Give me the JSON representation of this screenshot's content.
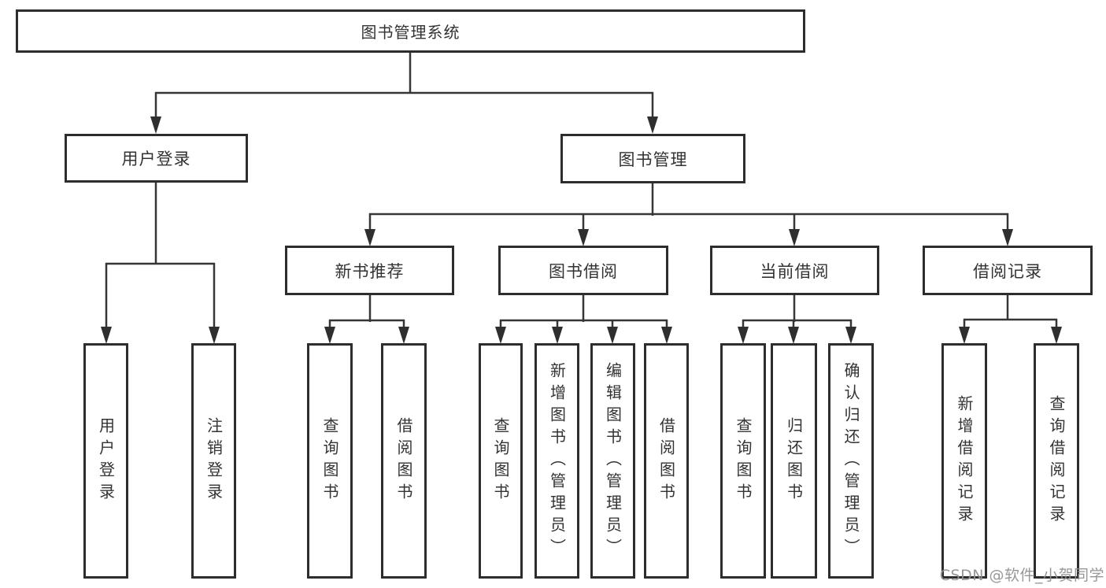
{
  "diagram": {
    "title": "图书管理系统",
    "root": {
      "label": "图书管理系统"
    },
    "level2": [
      {
        "label": "用户登录"
      },
      {
        "label": "图书管理"
      }
    ],
    "level3": [
      {
        "label": "新书推荐"
      },
      {
        "label": "图书借阅"
      },
      {
        "label": "当前借阅"
      },
      {
        "label": "借阅记录"
      }
    ],
    "leaves": {
      "user_login": [
        "用户登录",
        "注销登录"
      ],
      "new_book": [
        "查询图书",
        "借阅图书"
      ],
      "book_borrow": [
        "查询图书",
        "新增图书（管理员）",
        "编辑图书（管理员）",
        "借阅图书"
      ],
      "current_borrow": [
        "查询图书",
        "归还图书",
        "确认归还（管理员）"
      ],
      "borrow_record": [
        "新增借阅记录",
        "查询借阅记录"
      ]
    },
    "watermark": "CSDN @软件_小贺同学",
    "colors": {
      "line": "#363636",
      "box_border": "#2d2d2d",
      "text": "#333333",
      "watermark": "#919191",
      "background": "#ffffff"
    }
  }
}
